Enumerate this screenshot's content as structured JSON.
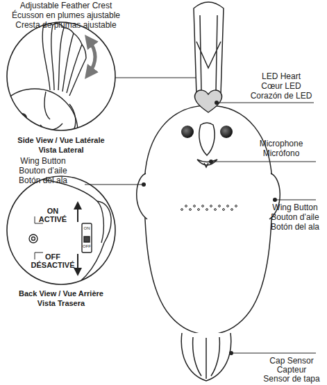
{
  "diagram": {
    "labels": [
      "Adjustable Feather Crest",
      "Écusson en plumes ajustable",
      "Cresta de plumas ajustable",
      "Side View / Vue Latérale",
      "Vista Lateral",
      "Wing Button",
      "Bouton d’aile",
      "Botón del ala",
      "ON",
      "ACTIVÉ",
      "OFF",
      "DÉSACTIVÉ",
      "ON",
      "OFF",
      "Back View / Vue Arrière",
      "Vista Trasera",
      "LED Heart",
      "Cœur LED",
      "Corazón de LED",
      "Microphone",
      "Micrófono",
      "Wing Button",
      "Bouton d’aile",
      "Botón del ala",
      "Cap Sensor",
      "Capteur",
      "Sensor de tapa"
    ]
  }
}
